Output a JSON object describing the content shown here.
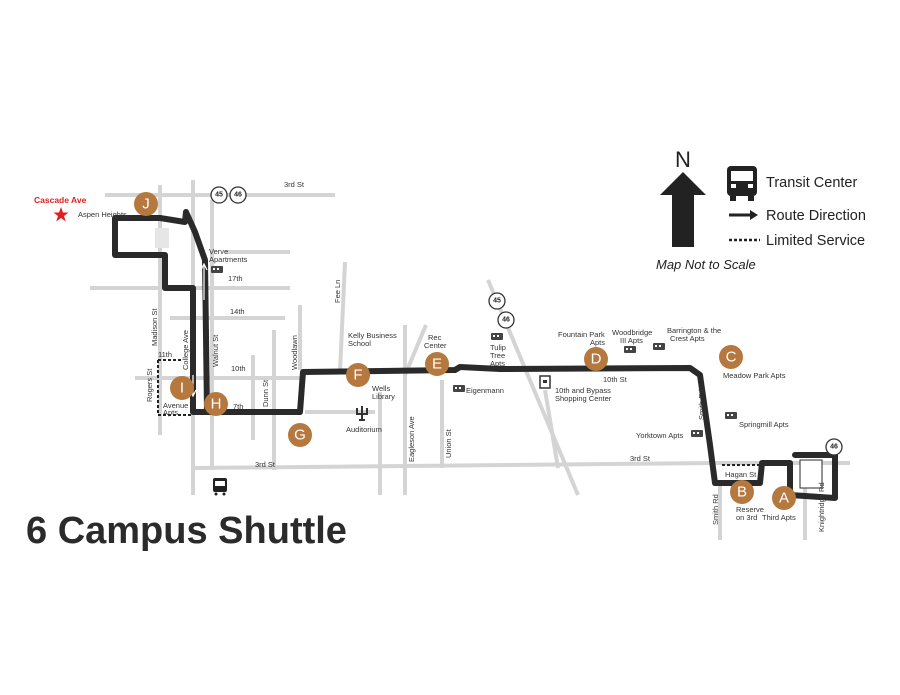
{
  "title": "6 Campus Shuttle",
  "marker": {
    "label": "Cascade Ave",
    "color": "#e02020",
    "icon": "star-icon"
  },
  "legend": {
    "north": "N",
    "transit_center": "Transit Center",
    "route_direction": "Route Direction",
    "limited_service": "Limited Service",
    "note": "Map Not to Scale"
  },
  "colors": {
    "route": "#2a2a2a",
    "street": "#d4d4d4",
    "stop": "#b5783e"
  },
  "stops": [
    {
      "id": "A",
      "label": "Third Apts"
    },
    {
      "id": "B",
      "label": "Reserve on 3rd"
    },
    {
      "id": "C",
      "label": "Meadow Park Apts"
    },
    {
      "id": "D",
      "label": "Fountain Park Apts"
    },
    {
      "id": "E",
      "label": "Rec Center"
    },
    {
      "id": "F",
      "label": "Wells Library"
    },
    {
      "id": "G",
      "label": "Auditorium"
    },
    {
      "id": "H",
      "label": "7th"
    },
    {
      "id": "I",
      "label": "Avenue Apts"
    },
    {
      "id": "J",
      "label": "Aspen Heights"
    }
  ],
  "streets": {
    "third_top": "3rd St",
    "third_bottom_left": "3rd St",
    "third_bottom_right": "3rd St",
    "seventeenth": "17th",
    "fourteenth": "14th",
    "eleventh": "11th",
    "tenth": "10th",
    "tenth_st": "10th St",
    "seventh": "7th",
    "madison": "Madison St",
    "college": "College Ave",
    "walnut": "Walnut St",
    "rogers": "Rogers St",
    "dunn": "Dunn St",
    "woodlawn": "Woodlawn",
    "fee": "Fee Ln",
    "eagleson": "Eagleson Ave",
    "union": "Union St",
    "smith_upper": "Smith Rd",
    "smith_lower": "Smith Rd",
    "hagan": "Hagan St",
    "knightridge": "Knightridge Rd"
  },
  "places": {
    "verve_1": "Verve",
    "verve_2": "Apartments",
    "kelly_1": "Kelly Business",
    "kelly_2": "School",
    "wells_1": "Wells",
    "wells_2": "Library",
    "rec_1": "Rec",
    "rec_2": "Center",
    "tulip_1": "Tulip",
    "tulip_2": "Tree",
    "tulip_3": "Apts",
    "eigenmann": "Eigenmann",
    "bypass_1": "10th and Bypass",
    "bypass_2": "Shopping Center",
    "fountain_1": "Fountain Park",
    "fountain_2": "Apts",
    "woodbridge_1": "Woodbridge",
    "woodbridge_2": "III Apts",
    "barrington_1": "Barrington & the",
    "barrington_2": "Crest Apts",
    "meadow": "Meadow Park Apts",
    "springmill": "Springmill Apts",
    "yorktown": "Yorktown Apts",
    "reserve_1": "Reserve",
    "reserve_2": "on 3rd",
    "third_apts": "Third Apts",
    "auditorium": "Auditorium",
    "avenue_1": "Avenue",
    "avenue_2": "Apts",
    "aspen": "Aspen Heights"
  },
  "shields": [
    "45",
    "46",
    "45",
    "46",
    "46"
  ]
}
